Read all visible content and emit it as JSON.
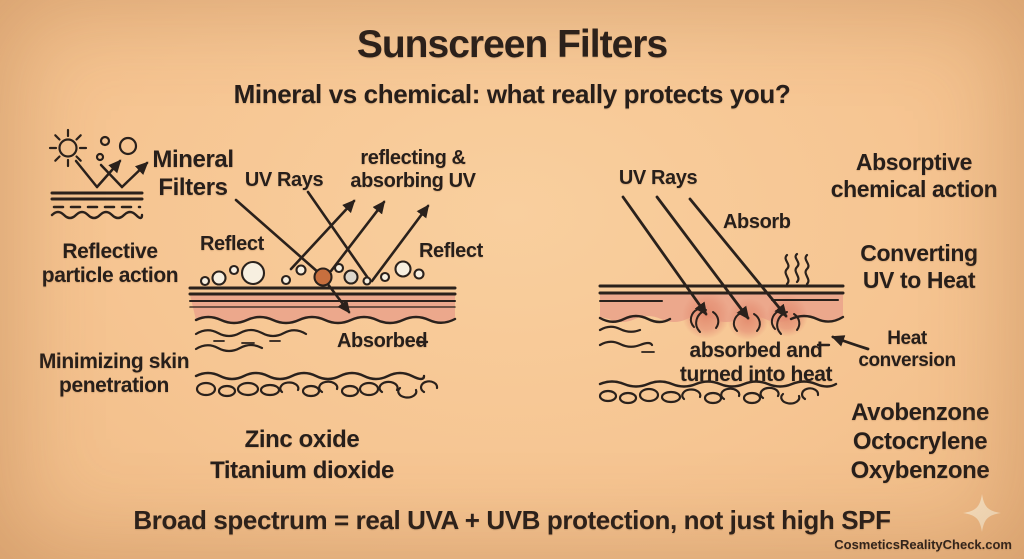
{
  "title": "Sunscreen Filters",
  "subtitle": "Mineral vs chemical: what really protects you?",
  "footer": {
    "tagline": "Broad spectrum = real UVA + UVB protection, not just high SPF",
    "watermark": "CosmeticsRealityCheck.com"
  },
  "mineral": {
    "heading": [
      "Mineral",
      "Filters"
    ],
    "uv_rays": "UV Rays",
    "reflect_absorb": [
      "reflecting &",
      "absorbing UV"
    ],
    "reflect_left": "Reflect",
    "reflect_right": "Reflect",
    "absorbed": "Absorbed",
    "feature_reflective": [
      "Reflective",
      "particle action"
    ],
    "feature_penetration": [
      "Minimizing skin",
      "penetration"
    ],
    "ingredients": [
      "Zinc oxide",
      "Titanium dioxide"
    ]
  },
  "chemical": {
    "heading": [
      "Absorptive",
      "chemical action"
    ],
    "uv_rays": "UV Rays",
    "absorb": "Absorb",
    "feature_converting": [
      "Converting",
      "UV to Heat"
    ],
    "absorbed_heat": [
      "absorbed and",
      "turned into heat"
    ],
    "heat_conversion": [
      "Heat",
      "conversion"
    ],
    "ingredients": [
      "Avobenzone",
      "Octocrylene",
      "Oxybenzone"
    ]
  },
  "icons": {
    "sun_surface": "sun-reflecting-off-skin-icon",
    "heat_waves": "heat-waves-icon",
    "sparkle": "sparkle-icon"
  },
  "colors": {
    "background": "#f6c592",
    "ink": "#2a211c",
    "skin_pink": "#eca88c",
    "heat_blob": "#e28f74",
    "particle_orange": "#c76f3e",
    "particle_cream": "#f7efe0",
    "sparkle": "#fae3c2"
  }
}
